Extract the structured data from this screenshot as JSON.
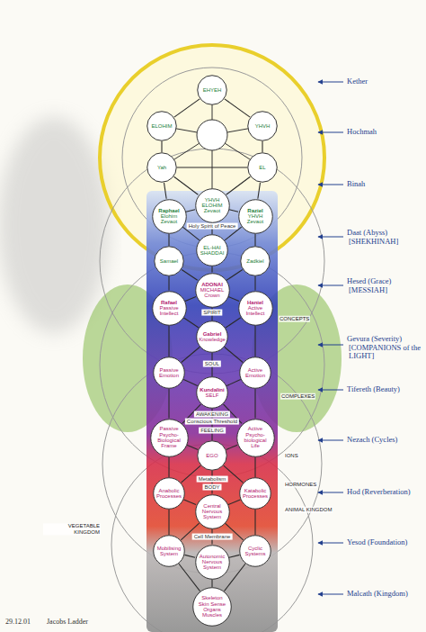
{
  "diagram": {
    "nodes": [
      {
        "text": [
          "EHYEH"
        ]
      },
      {
        "text": [
          "ELOHIM"
        ]
      },
      {
        "text": [
          "YHVH"
        ]
      },
      {
        "text": [
          "Yah"
        ]
      },
      {
        "text": [
          "EL"
        ]
      },
      {
        "text": [
          "YHVH ELOHIM Zevaot"
        ]
      },
      {
        "text": [
          "Raphael",
          "Elohim Zevaot"
        ]
      },
      {
        "text": [
          "Raziel",
          "YHVH Zevaot"
        ]
      },
      {
        "text": [
          "EL-HAI SHADDAI"
        ]
      },
      {
        "text": [
          "Samael"
        ]
      },
      {
        "text": [
          "Zadkiel"
        ]
      },
      {
        "text": [
          "ADONAI",
          "MICHAEL",
          "Crown"
        ]
      },
      {
        "text": [
          "Rafael",
          "Passive Intellect"
        ]
      },
      {
        "text": [
          "Haniel",
          "Active Intellect"
        ]
      },
      {
        "text": [
          "Gabriel",
          "Knowledge"
        ]
      },
      {
        "text": [
          "Passive Emotion"
        ]
      },
      {
        "text": [
          "Active Emotion"
        ]
      },
      {
        "text": [
          "Kundalini",
          "SELF"
        ]
      },
      {
        "text": [
          "Passive Psycho-Biological Frame"
        ]
      },
      {
        "text": [
          "Active Psycho-biological Life"
        ]
      },
      {
        "text": [
          "EGO"
        ]
      },
      {
        "text": [
          "Anabolic Processes"
        ]
      },
      {
        "text": [
          "Katabolic Processes"
        ]
      },
      {
        "text": [
          "Central Nervous System"
        ]
      },
      {
        "text": [
          "Mobilising System"
        ]
      },
      {
        "text": [
          "Cyclic Systems"
        ]
      },
      {
        "text": [
          "Autonomic Nervous System"
        ]
      },
      {
        "text": [
          "Skeleton Skin Sense Organs Muscles"
        ]
      }
    ],
    "edges": [
      {
        "from": 0,
        "to": 1,
        "arrow": "none"
      },
      {
        "from": 0,
        "to": 2,
        "arrow": "none"
      },
      {
        "from": 1,
        "to": 3,
        "arrow": "none"
      },
      {
        "from": 2,
        "to": 4,
        "arrow": "none"
      },
      {
        "from": 3,
        "to": 4,
        "arrow": "none"
      },
      {
        "from": 3,
        "to": 5,
        "arrow": "none"
      },
      {
        "from": 4,
        "to": 5,
        "arrow": "none"
      },
      {
        "from": 3,
        "to": 6,
        "arrow": "none"
      },
      {
        "from": 4,
        "to": 7,
        "arrow": "none"
      },
      {
        "from": 5,
        "to": 6,
        "arrow": "none"
      },
      {
        "from": 5,
        "to": 7,
        "arrow": "none"
      },
      {
        "from": 5,
        "to": 8,
        "arrow": "none"
      },
      {
        "from": 6,
        "to": 8,
        "arrow": "none"
      },
      {
        "from": 7,
        "to": 8,
        "arrow": "none"
      },
      {
        "from": 6,
        "to": 9,
        "arrow": "none"
      },
      {
        "from": 7,
        "to": 10,
        "arrow": "none"
      },
      {
        "from": 8,
        "to": 11,
        "arrow": "none"
      },
      {
        "from": 9,
        "to": 11,
        "arrow": "none"
      },
      {
        "from": 10,
        "to": 11,
        "arrow": "none"
      },
      {
        "from": 9,
        "to": 12,
        "arrow": "none"
      },
      {
        "from": 10,
        "to": 13,
        "arrow": "none"
      },
      {
        "from": 11,
        "to": 12,
        "arrow": "none"
      },
      {
        "from": 11,
        "to": 13,
        "arrow": "none"
      },
      {
        "from": 11,
        "to": 14,
        "arrow": "none"
      },
      {
        "from": 12,
        "to": 14,
        "arrow": "none"
      },
      {
        "from": 13,
        "to": 14,
        "arrow": "none"
      },
      {
        "from": 12,
        "to": 15,
        "arrow": "none"
      },
      {
        "from": 13,
        "to": 16,
        "arrow": "none"
      },
      {
        "from": 14,
        "to": 15,
        "arrow": "none"
      },
      {
        "from": 14,
        "to": 16,
        "arrow": "none"
      },
      {
        "from": 14,
        "to": 17,
        "arrow": "none"
      },
      {
        "from": 15,
        "to": 17,
        "arrow": "none"
      },
      {
        "from": 16,
        "to": 17,
        "arrow": "none"
      },
      {
        "from": 15,
        "to": 18,
        "arrow": "none"
      },
      {
        "from": 16,
        "to": 19,
        "arrow": "none"
      },
      {
        "from": 17,
        "to": 18,
        "arrow": "none"
      },
      {
        "from": 17,
        "to": 19,
        "arrow": "none"
      },
      {
        "from": 17,
        "to": 20,
        "arrow": "none"
      },
      {
        "from": 18,
        "to": 20,
        "arrow": "none"
      },
      {
        "from": 19,
        "to": 20,
        "arrow": "none"
      },
      {
        "from": 18,
        "to": 21,
        "arrow": "none"
      },
      {
        "from": 19,
        "to": 22,
        "arrow": "none"
      },
      {
        "from": 20,
        "to": 21,
        "arrow": "none"
      },
      {
        "from": 20,
        "to": 22,
        "arrow": "none"
      },
      {
        "from": 20,
        "to": 23,
        "arrow": "none"
      },
      {
        "from": 21,
        "to": 23,
        "arrow": "none"
      },
      {
        "from": 22,
        "to": 23,
        "arrow": "none"
      },
      {
        "from": 21,
        "to": 24,
        "arrow": "none"
      },
      {
        "from": 22,
        "to": 25,
        "arrow": "none"
      },
      {
        "from": 23,
        "to": 24,
        "arrow": "none"
      },
      {
        "from": 23,
        "to": 25,
        "arrow": "none"
      },
      {
        "from": 23,
        "to": 26,
        "arrow": "none"
      },
      {
        "from": 24,
        "to": 26,
        "arrow": "none"
      },
      {
        "from": 25,
        "to": 26,
        "arrow": "none"
      },
      {
        "from": 26,
        "to": 27,
        "arrow": "none"
      },
      {
        "from": 24,
        "to": 27,
        "arrow": "none"
      },
      {
        "from": 25,
        "to": 27,
        "arrow": "none"
      }
    ],
    "labels": [
      "Kether",
      "Hochmah",
      "Binah",
      "Daat (Abyss)",
      "[SHEKHINAH]",
      "Hesed (Grace)",
      "[MESSIAH]",
      "Gevura (Severity)",
      "[COMPANIONS of the LIGHT]",
      "Tifereth (Beauty)",
      "Nezach (Cycles)",
      "Hod (Reverberation)",
      "Yesod (Foundation)",
      "Malcath (Kingdom)",
      "CONCEPTS",
      "COMPLEXES",
      "IONS",
      "HORMONES",
      "ANIMAL KINGDOM",
      "VEGETABLE KINGDOM",
      "29.12.01",
      "Jacobs Ladder",
      "Holy Spirit of Peace",
      "SPIRIT",
      "SOUL",
      "AWAKENING",
      "Conscious Threshold",
      "FEELING",
      "Metabolism",
      "BODY",
      "Cell Membrane"
    ]
  }
}
